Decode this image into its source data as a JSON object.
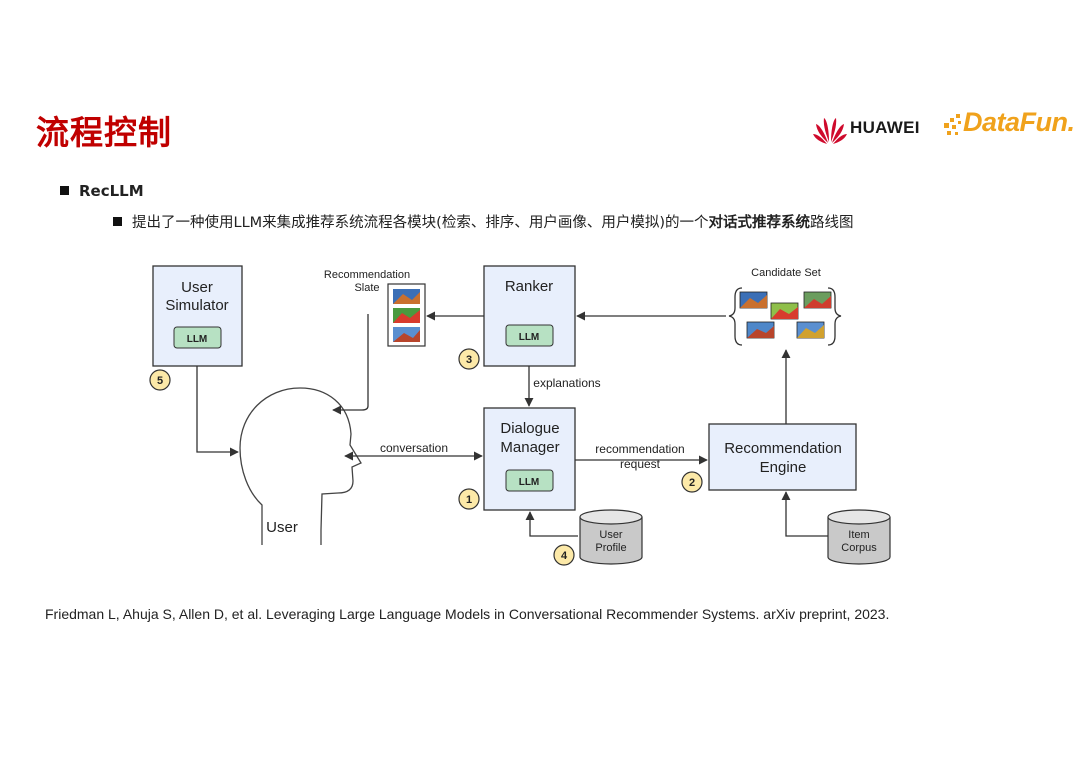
{
  "header": {
    "title": "流程控制",
    "huawei_logo_text": "HUAWEI",
    "datafun_logo_text": "DataFun."
  },
  "bullets": {
    "level1": "RecLLM",
    "level2_pre": "提出了一种使用LLM来集成推荐系统流程各模块(检索、排序、用户画像、用户模拟)的一个",
    "level2_bold": "对话式推荐系统",
    "level2_post": "路线图"
  },
  "diagram": {
    "user_simulator_line1": "User",
    "user_simulator_line2": "Simulator",
    "llm": "LLM",
    "ranker": "Ranker",
    "dialogue_line1": "Dialogue",
    "dialogue_line2": "Manager",
    "rec_engine_line1": "Recommendation",
    "rec_engine_line2": "Engine",
    "rec_slate_line1": "Recommendation",
    "rec_slate_line2": "Slate",
    "candidate_set": "Candidate Set",
    "explanations": "explanations",
    "conversation": "conversation",
    "rec_request_line1": "recommendation",
    "rec_request_line2": "request",
    "user": "User",
    "user_profile_line1": "User",
    "user_profile_line2": "Profile",
    "item_corpus_line1": "Item",
    "item_corpus_line2": "Corpus",
    "badge1": "1",
    "badge2": "2",
    "badge3": "3",
    "badge4": "4",
    "badge5": "5"
  },
  "citation": "Friedman L, Ahuja S, Allen D, et al. Leveraging Large Language Models in Conversational Recommender Systems. arXiv preprint, 2023.",
  "colors": {
    "title": "#c00000",
    "box_fill": "#e8effc",
    "llm_fill": "#b7e1c3",
    "badge_fill": "#fce9a8",
    "huawei_red": "#cf0a2c",
    "datafun_orange": "#f0a21c"
  }
}
